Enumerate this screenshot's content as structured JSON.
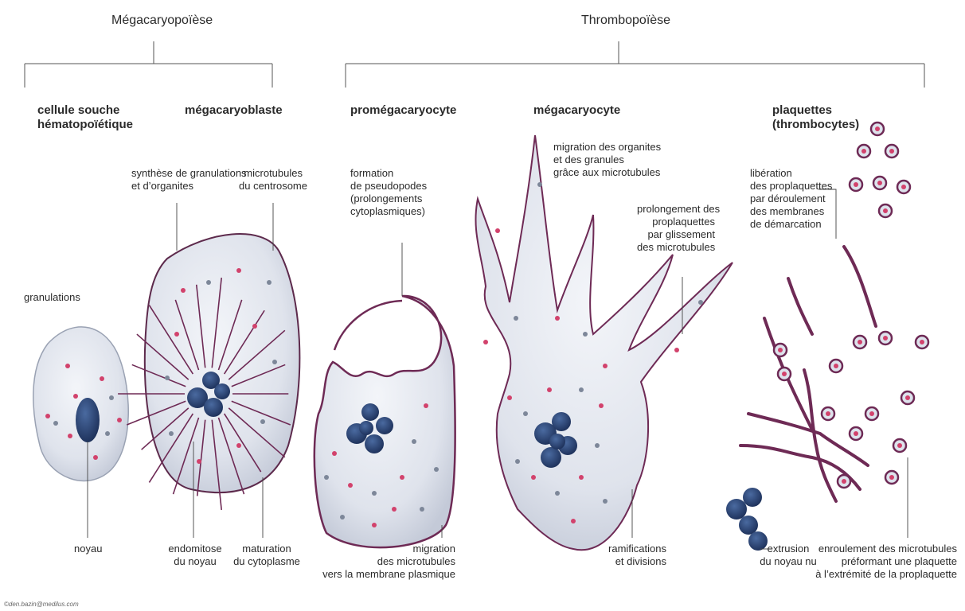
{
  "phases": {
    "megakaryopoiesis": "Mégacaryopoïèse",
    "thrombopoiesis": "Thrombopoïèse"
  },
  "stages": {
    "stem_cell": "cellule souche\nhématopoïétique",
    "megakaryoblast": "mégacaryoblaste",
    "promegakaryocyte": "promégacaryocyte",
    "megakaryocyte": "mégacaryocyte",
    "platelets": "plaquettes\n(thrombocytes)"
  },
  "labels": {
    "granulations": "granulations",
    "synthesis": "synthèse de granulations\net d’organites",
    "centrosome_microtubules": "microtubules\ndu centrosome",
    "noyau": "noyau",
    "endomitose": "endomitose\ndu noyau",
    "maturation": "maturation\ndu cytoplasme",
    "pseudopodes": "formation\nde pseudopodes\n(prolongements\ncytoplasmiques)",
    "migration_microtubules": "migration\ndes microtubules\nvers la membrane plasmique",
    "migration_organites": "migration des organites\net des granules\ngrâce aux microtubules",
    "prolongement": "prolongement des\nproplaquettes\npar glissement\ndes microtubules",
    "ramifications": "ramifications\net divisions",
    "liberation": "libération\ndes proplaquettes\npar déroulement\ndes membranes\nde démarcation",
    "extrusion": "extrusion\ndu noyau nu",
    "enroulement": "enroulement des microtubules\npréformant une plaquette\nà l’extrémité de la proplaquette"
  },
  "credit": "©den.bazin@medilus.com",
  "colors": {
    "cytoplasm": "#dde2ec",
    "membrane": "#6e2a55",
    "nucleus": "#243a67",
    "granule_pink": "#d2426c",
    "granule_grey": "#7d8799",
    "line": "#444444"
  }
}
